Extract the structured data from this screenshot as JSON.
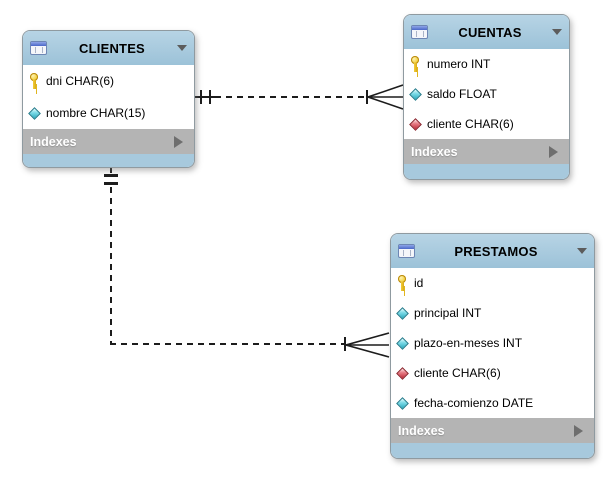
{
  "diagram": {
    "kind": "EER database diagram",
    "colors": {
      "canvas_bg": "#ffffff",
      "header_blue": "#a7c9dd",
      "footer_gray": "#b4b4b4",
      "table_border": "#8f9aa0",
      "row_bg": "#ffffff",
      "line_color": "#1c1c1c",
      "key_gold": "#e8c63c",
      "column_teal": "#2aa9bd",
      "fk_red": "#bd2a38"
    },
    "tables": {
      "clientes": {
        "title": "CLIENTES",
        "footer_label": "Indexes",
        "columns": [
          {
            "text": "dni CHAR(6)",
            "icon": "key-icon"
          },
          {
            "text": "nombre CHAR(15)",
            "icon": "column-icon"
          }
        ]
      },
      "cuentas": {
        "title": "CUENTAS",
        "footer_label": "Indexes",
        "columns": [
          {
            "text": "numero INT",
            "icon": "key-icon"
          },
          {
            "text": "saldo FLOAT",
            "icon": "column-icon"
          },
          {
            "text": "cliente CHAR(6)",
            "icon": "fk-column-icon"
          }
        ]
      },
      "prestamos": {
        "title": "PRESTAMOS",
        "footer_label": "Indexes",
        "columns": [
          {
            "text": "id",
            "icon": "key-icon"
          },
          {
            "text": "principal INT",
            "icon": "column-icon"
          },
          {
            "text": "plazo-en-meses INT",
            "icon": "column-icon"
          },
          {
            "text": "cliente CHAR(6)",
            "icon": "fk-column-icon"
          },
          {
            "text": "fecha-comienzo DATE",
            "icon": "column-icon"
          }
        ]
      }
    },
    "relationships": [
      {
        "name": "clientes-cuentas",
        "one_side": "CLIENTES",
        "many_side": "CUENTAS",
        "type": "one-to-many",
        "line_style": "dashed",
        "one_marker": "double-tick",
        "many_marker": "bar-crow-foot"
      },
      {
        "name": "clientes-prestamos",
        "one_side": "CLIENTES",
        "many_side": "PRESTAMOS",
        "type": "one-to-many",
        "line_style": "dashed",
        "one_marker": "double-tick",
        "many_marker": "bar-crow-foot"
      }
    ]
  }
}
